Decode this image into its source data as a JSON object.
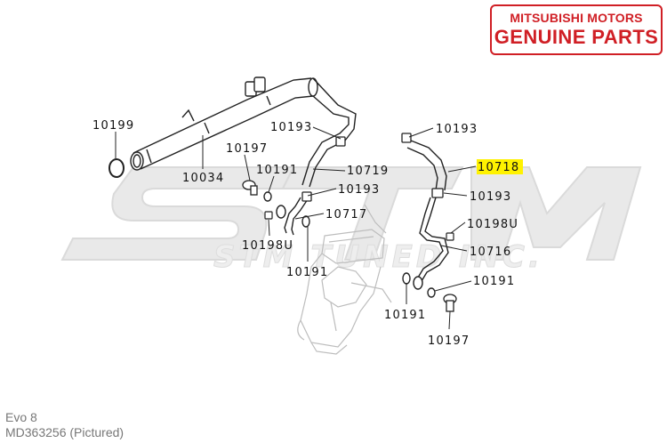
{
  "badge": {
    "line1": "MITSUBISHI MOTORS",
    "line2": "GENUINE PARTS"
  },
  "watermark": {
    "letters": "STM",
    "text": "STM TUNED INC."
  },
  "captions": {
    "model": "Evo 8",
    "part": "MD363256  (Pictured)"
  },
  "highlight_color": "#fff200",
  "brand_color": "#d01f25",
  "labels": {
    "l10199": "10199",
    "l10034": "10034",
    "l10197a": "10197",
    "l10191a": "10191",
    "l10198Ua": "10198U",
    "l10193a": "10193",
    "l10719": "10719",
    "l10193b": "10193",
    "l10717": "10717",
    "l10191b": "10191",
    "l10193c": "10193",
    "l10718": "10718",
    "l10193d": "10193",
    "l10198Ub": "10198U",
    "l10716": "10716",
    "l10191c": "10191",
    "l10191d": "10191",
    "l10197b": "10197"
  }
}
